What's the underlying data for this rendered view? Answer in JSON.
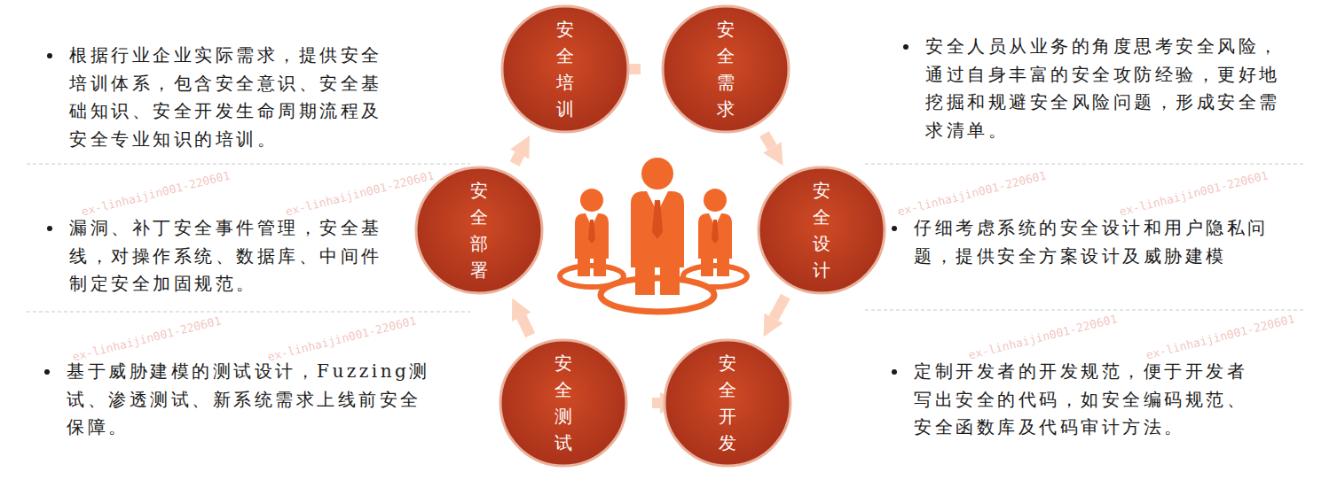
{
  "diagram": {
    "nodes": [
      {
        "text": [
          "安全培训"
        ]
      },
      {
        "text": [
          "安全需求"
        ]
      },
      {
        "text": [
          "安全设计"
        ]
      },
      {
        "text": [
          "安全开发"
        ]
      },
      {
        "text": [
          "安全测试"
        ]
      },
      {
        "text": [
          "安全部署"
        ]
      }
    ],
    "edges": [
      {
        "from": 0,
        "to": 1,
        "arrow": "to"
      },
      {
        "from": 1,
        "to": 2,
        "arrow": "to"
      },
      {
        "from": 2,
        "to": 3,
        "arrow": "to"
      },
      {
        "from": 3,
        "to": 4,
        "arrow": "to"
      },
      {
        "from": 4,
        "to": 5,
        "arrow": "to"
      },
      {
        "from": 5,
        "to": 0,
        "arrow": "to"
      }
    ],
    "labels": [
      "根据行业企业实际需求，提供安全培训体系，包含安全意识、安全基础知识、安全开发生命周期流程及安全专业知识的培训。",
      "安全人员从业务的角度思考安全风险，通过自身丰富的安全攻防经验，更好地挖掘和规避安全风险问题，形成安全需求清单。",
      "漏洞、补丁安全事件管理，安全基线，对操作系统、数据库、中间件制定安全加固规范。",
      "仔细考虑系统的安全设计和用户隐私问题，提供安全方案设计及威胁建模",
      "基于威胁建模的测试设计，Fuzzing测试、渗透测试、新系统需求上线前安全保障。",
      "定制开发者的开发规范，便于开发者写出安全的代码，如安全编码规范、安全函数库及代码审计方法。",
      "ex-linhaijin001-220601",
      "ex-linhaijin001-220601",
      "ex-linhaijin001-220601",
      "ex-linhaijin001-220601",
      "ex-linhaijin001-220601",
      "ex-linhaijin001-220601",
      "ex-linhaijin001-220601",
      "ex-linhaijin001-220601"
    ]
  }
}
